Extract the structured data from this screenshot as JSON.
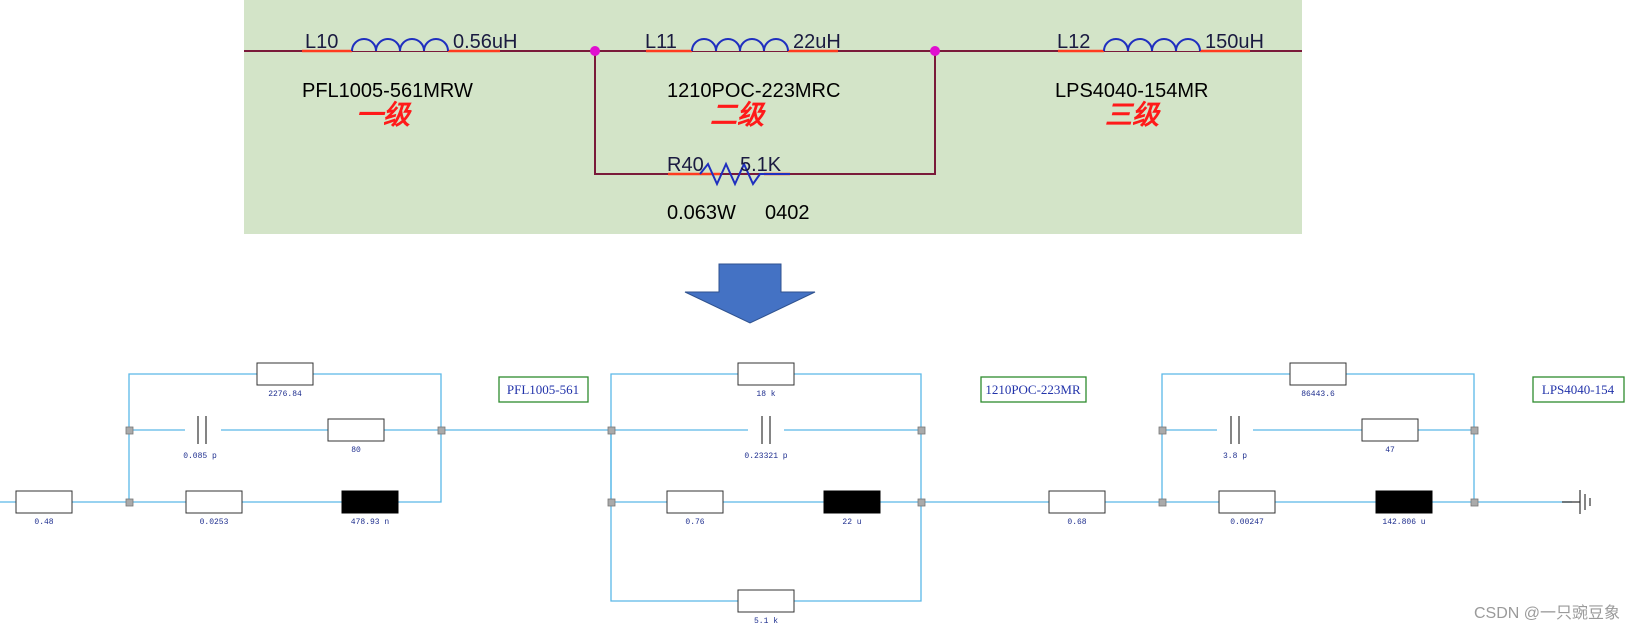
{
  "schematic": {
    "inductors": [
      {
        "ref": "L10",
        "value": "0.56uH",
        "part": "PFL1005-561MRW",
        "stage": "一级"
      },
      {
        "ref": "L11",
        "value": "22uH",
        "part": "1210POC-223MRC",
        "stage": "二级"
      },
      {
        "ref": "L12",
        "value": "150uH",
        "part": "LPS4040-154MR",
        "stage": "三级"
      }
    ],
    "resistor": {
      "ref": "R40",
      "value": "5.1K",
      "power": "0.063W",
      "package": "0402"
    }
  },
  "model": {
    "stage1": {
      "series_r": "0.48",
      "top_r": "2276.84",
      "cap": "0.085 p",
      "cap_r": "80",
      "low_r": "0.0253",
      "ind": "478.93 n",
      "box": "PFL1005-561"
    },
    "stage2": {
      "top_r": "18 k",
      "cap": "0.23321 p",
      "low_r": "0.76",
      "ind": "22 u",
      "bottom_r": "5.1 k",
      "box": "1210POC-223MR"
    },
    "stage3": {
      "series_r": "0.68",
      "top_r": "86443.6",
      "cap": "3.8 p",
      "cap_r": "47",
      "low_r": "0.00247",
      "ind": "142.806 u",
      "box": "LPS4040-154"
    }
  },
  "watermark": "CSDN @一只豌豆象",
  "colors": {
    "panel": "#d3e4c8",
    "wire": "#7a1a3a",
    "model_wire": "#5ab8e8",
    "arrow": "#4472c4",
    "stage_text": "#ff1a1a"
  }
}
